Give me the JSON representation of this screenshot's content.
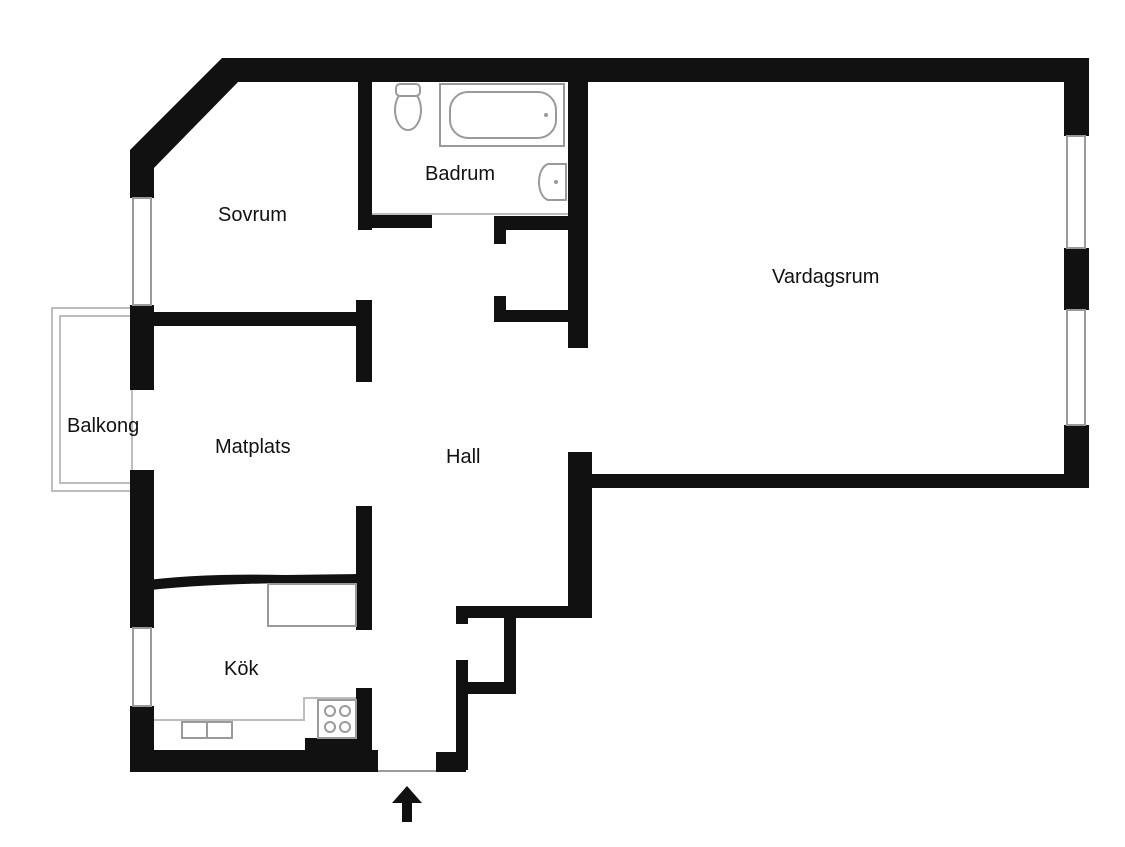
{
  "rooms": {
    "sovrum": "Sovrum",
    "badrum": "Badrum",
    "vardagsrum": "Vardagsrum",
    "balkong": "Balkong",
    "matplats": "Matplats",
    "hall": "Hall",
    "kok": "Kök"
  },
  "icons": {
    "entrance": "entrance-arrow-icon",
    "toilet": "toilet-icon",
    "bathtub": "bathtub-icon",
    "sink": "sink-icon",
    "stove": "stove-icon",
    "kitchen_sink": "kitchen-sink-icon"
  },
  "colors": {
    "wall": "#111111",
    "fixture": "#9a9a9a",
    "background": "#ffffff"
  }
}
